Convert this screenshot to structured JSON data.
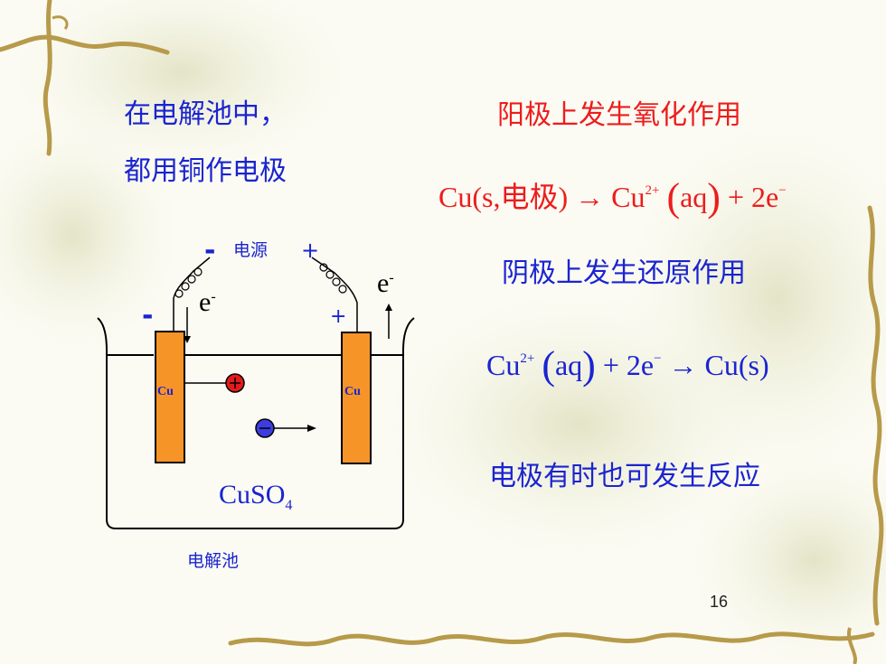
{
  "left_text": {
    "line1": "在电解池中，",
    "line2": "都用铜作电极"
  },
  "right_text": {
    "anode_title": "阳极上发生氧化作用",
    "anode_eq": {
      "part1": "Cu(s,电极)",
      "arrow": "→",
      "cu": "Cu",
      "charge": "2+",
      "aq": "aq",
      "plus": "+",
      "two_e": "2e",
      "e_charge": "−"
    },
    "cathode_title": "阴极上发生还原作用",
    "cathode_eq": {
      "cu": "Cu",
      "charge": "2+",
      "aq": "aq",
      "plus": "+",
      "two_e": "2e",
      "e_charge": "−",
      "arrow": "→",
      "product": "Cu(s)"
    },
    "note": "电极有时也可发生反应"
  },
  "diagram": {
    "power_label": "电源",
    "minus_top": "-",
    "plus_top": "+",
    "minus_side": "-",
    "plus_side": "+",
    "e_left": "e",
    "e_right": "e",
    "e_sup": "-",
    "electrode_left": "Cu",
    "electrode_right": "Cu",
    "solution_main": "CuSO",
    "solution_sub": "4",
    "cell_label": "电解池"
  },
  "page_number": "16",
  "colors": {
    "blue_text": "#1a24d0",
    "red_text": "#ee1c1c",
    "electrode": "#f79428",
    "cation": "#e31b1b",
    "anion": "#3c3ce0"
  }
}
